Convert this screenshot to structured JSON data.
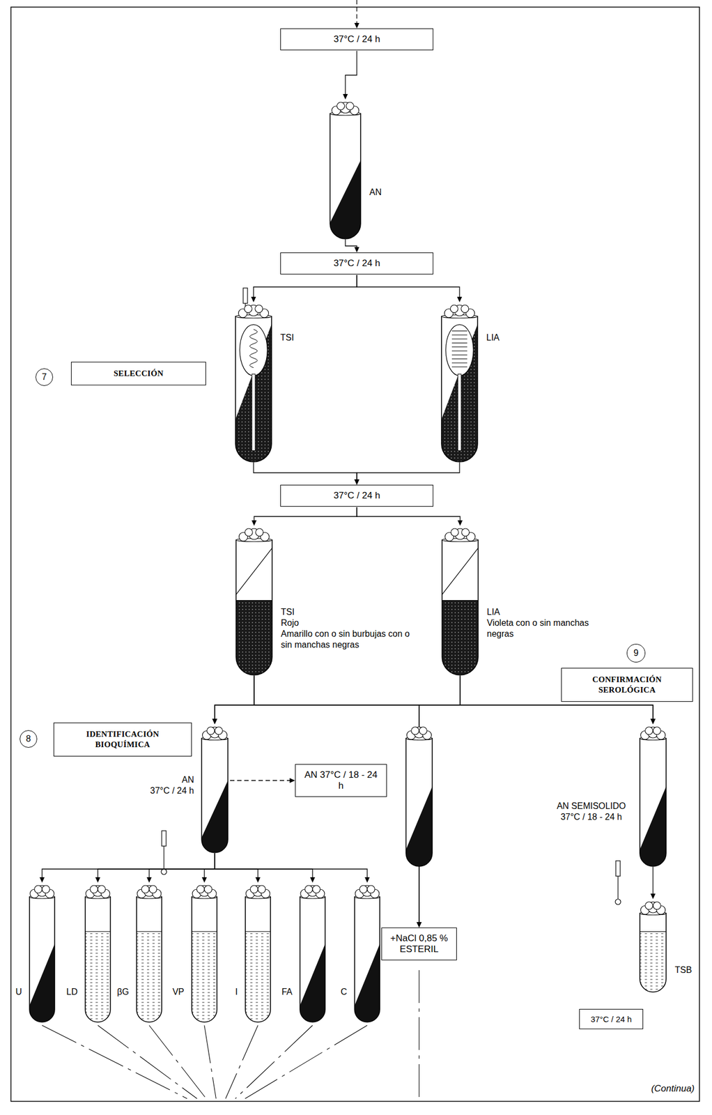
{
  "diagram": {
    "nodes": [
      {
        "text": [
          "37°C / 24 h"
        ]
      },
      {
        "text": [
          "AN"
        ]
      },
      {
        "text": [
          "37°C / 24 h"
        ]
      },
      {
        "text": [
          "7"
        ]
      },
      {
        "text": [
          "SELECCIÓN"
        ]
      },
      {
        "text": [
          "TSI"
        ]
      },
      {
        "text": [
          "LIA"
        ]
      },
      {
        "text": [
          "37°C / 24 h"
        ]
      },
      {
        "text": [
          "TSI",
          "Rojo",
          "Amarillo con o sin burbujas con o sin manchas negras"
        ]
      },
      {
        "text": [
          "LIA",
          "Violeta con o sin manchas negras"
        ]
      },
      {
        "text": [
          "9"
        ]
      },
      {
        "text": [
          "CONFIRMACIÓN SEROLÓGICA"
        ]
      },
      {
        "text": [
          "8"
        ]
      },
      {
        "text": [
          "IDENTIFICACIÓN BIOQUÍMICA"
        ]
      },
      {
        "text": [
          "AN",
          "37°C / 24 h"
        ]
      },
      {
        "text": [
          "AN 37°C / 18 - 24 h"
        ]
      },
      {
        "text": [
          "AN SEMISOLIDO 37°C / 18 - 24 h"
        ]
      },
      {
        "text": [
          "+NaCl 0,85 % ESTERIL"
        ]
      },
      {
        "text": [
          "TSB"
        ]
      },
      {
        "text": [
          "37°C / 24 h"
        ]
      },
      {
        "text": [
          "U"
        ]
      },
      {
        "text": [
          "LD"
        ]
      },
      {
        "text": [
          "βG"
        ]
      },
      {
        "text": [
          "VP"
        ]
      },
      {
        "text": [
          "I"
        ]
      },
      {
        "text": [
          "FA"
        ]
      },
      {
        "text": [
          "C"
        ]
      }
    ],
    "edges": [
      {
        "from": 0,
        "to": 1,
        "arrow": "to"
      },
      {
        "from": 1,
        "to": 2,
        "arrow": "to"
      },
      {
        "from": 2,
        "to": 5,
        "arrow": "to"
      },
      {
        "from": 2,
        "to": 6,
        "arrow": "to"
      },
      {
        "from": 5,
        "to": 7,
        "arrow": "to"
      },
      {
        "from": 6,
        "to": 7,
        "arrow": "to"
      },
      {
        "from": 7,
        "to": 8,
        "arrow": "to"
      },
      {
        "from": 7,
        "to": 9,
        "arrow": "to"
      },
      {
        "from": 8,
        "to": 14,
        "arrow": "to"
      },
      {
        "from": 8,
        "to": 17,
        "arrow": "to"
      },
      {
        "from": 8,
        "to": 16,
        "arrow": "to"
      },
      {
        "from": 9,
        "to": 14,
        "arrow": "to"
      },
      {
        "from": 9,
        "to": 17,
        "arrow": "to"
      },
      {
        "from": 9,
        "to": 16,
        "arrow": "to"
      },
      {
        "from": 14,
        "to": 15,
        "arrow": "to"
      },
      {
        "from": 16,
        "to": 18,
        "arrow": "to"
      },
      {
        "from": 14,
        "to": 20,
        "arrow": "to"
      },
      {
        "from": 14,
        "to": 21,
        "arrow": "to"
      },
      {
        "from": 14,
        "to": 22,
        "arrow": "to"
      },
      {
        "from": 14,
        "to": 23,
        "arrow": "to"
      },
      {
        "from": 14,
        "to": 24,
        "arrow": "to"
      },
      {
        "from": 14,
        "to": 25,
        "arrow": "to"
      },
      {
        "from": 14,
        "to": 26,
        "arrow": "to"
      }
    ],
    "labels": [
      "(Continua)"
    ]
  }
}
